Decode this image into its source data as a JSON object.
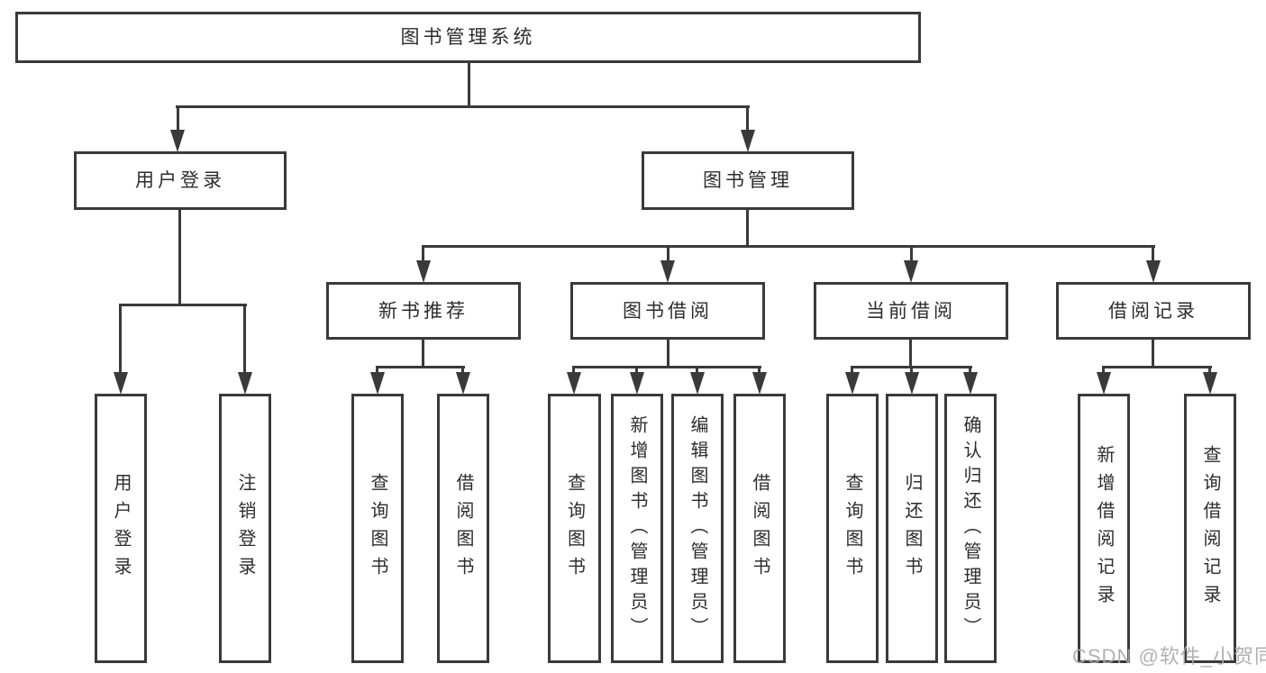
{
  "diagram": {
    "root": {
      "label": "图书管理系统",
      "children": [
        {
          "label": "用户登录",
          "children": [
            {
              "label": "用户登录"
            },
            {
              "label": "注销登录"
            }
          ]
        },
        {
          "label": "图书管理",
          "children": [
            {
              "label": "新书推荐",
              "children": [
                {
                  "label": "查询图书"
                },
                {
                  "label": "借阅图书"
                }
              ]
            },
            {
              "label": "图书借阅",
              "children": [
                {
                  "label": "查询图书"
                },
                {
                  "label": "新增图书（管理员）"
                },
                {
                  "label": "编辑图书（管理员）"
                },
                {
                  "label": "借阅图书"
                }
              ]
            },
            {
              "label": "当前借阅",
              "children": [
                {
                  "label": "查询图书"
                },
                {
                  "label": "归还图书"
                },
                {
                  "label": "确认归还（管理员）"
                }
              ]
            },
            {
              "label": "借阅记录",
              "children": [
                {
                  "label": "新增借阅记录"
                },
                {
                  "label": "查询借阅记录"
                }
              ]
            }
          ]
        }
      ]
    }
  },
  "watermark": {
    "text": "CSDN @软件_小贺同学"
  },
  "colors": {
    "line": "#3a3a3a",
    "text": "#2d2d2d",
    "watermark": "#a9a9a9",
    "background": "#ffffff"
  }
}
